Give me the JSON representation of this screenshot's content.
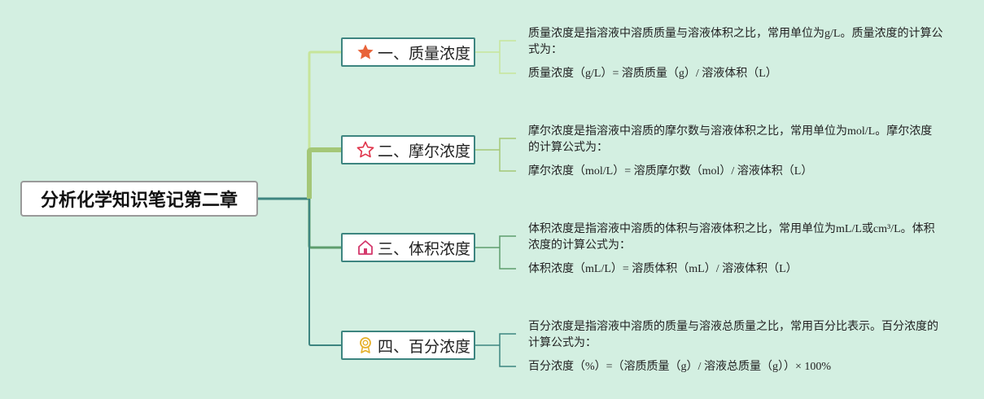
{
  "root": {
    "title": "分析化学知识笔记第二章"
  },
  "topics": [
    {
      "label": "一、质量浓度",
      "icon": "star-filled-icon",
      "description": "质量浓度是指溶液中溶质质量与溶液体积之比，常用单位为g/L。质量浓度的计算公式为：",
      "formula": "质量浓度（g/L）= 溶质质量（g）/ 溶液体积（L）"
    },
    {
      "label": "二、摩尔浓度",
      "icon": "star-outline-icon",
      "description": "摩尔浓度是指溶液中溶质的摩尔数与溶液体积之比，常用单位为mol/L。摩尔浓度的计算公式为：",
      "formula": "摩尔浓度（mol/L）= 溶质摩尔数（mol）/ 溶液体积（L）"
    },
    {
      "label": "三、体积浓度",
      "icon": "home-icon",
      "description": "体积浓度是指溶液中溶质的体积与溶液体积之比，常用单位为mL/L或cm³/L。体积浓度的计算公式为：",
      "formula": "体积浓度（mL/L）= 溶质体积（mL）/ 溶液体积（L）"
    },
    {
      "label": "四、百分浓度",
      "icon": "award-ribbon-icon",
      "description": "百分浓度是指溶液中溶质的质量与溶液总质量之比，常用百分比表示。百分浓度的计算公式为：",
      "formula": "百分浓度（%）=（溶质质量（g）/ 溶液总质量（g））× 100%"
    }
  ],
  "colors": {
    "background": "#d3efe1",
    "branch_1": "#c7e59a",
    "branch_2": "#a4c777",
    "branch_3": "#5e9d6d",
    "branch_4": "#3d8580",
    "topic_border": "#3d8580",
    "star_filled": "#e8643a",
    "star_outline": "#e0334a",
    "home": "#d4386b",
    "award": "#e5b02a"
  }
}
